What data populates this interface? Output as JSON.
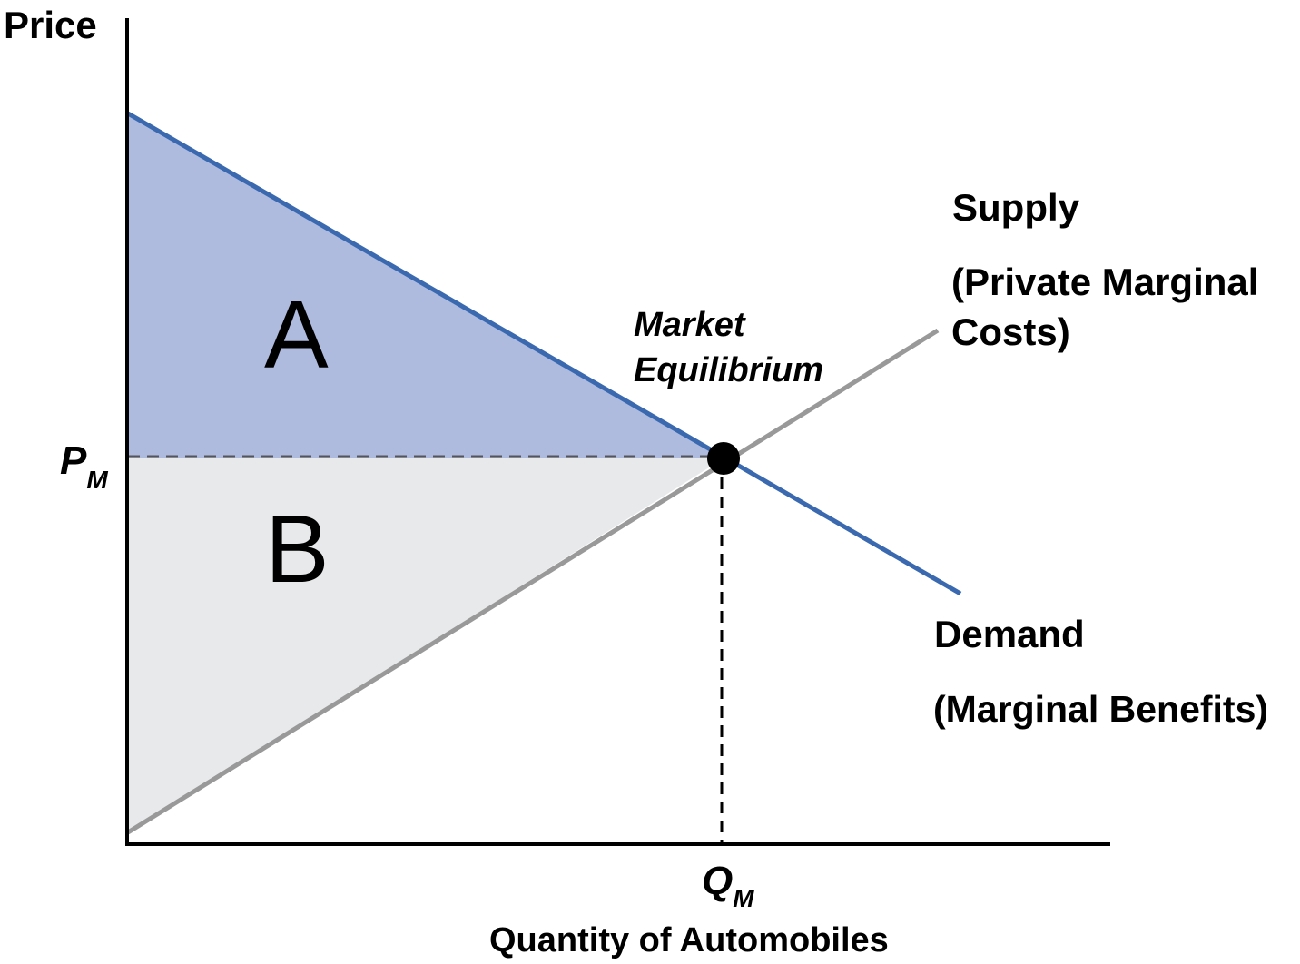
{
  "axes": {
    "y_label": "Price",
    "x_label": "Quantity of Automobiles",
    "price_tick_main": "P",
    "price_tick_sub": "M",
    "quantity_tick_main": "Q",
    "quantity_tick_sub": "M"
  },
  "curves": {
    "supply": {
      "label": "Supply",
      "sublabel_line1": "(Private Marginal",
      "sublabel_line2": "Costs)",
      "color": "#999999"
    },
    "demand": {
      "label": "Demand",
      "sublabel": "(Marginal Benefits)",
      "color": "#3a69b0"
    }
  },
  "equilibrium": {
    "label_line1": "Market",
    "label_line2": "Equilibrium"
  },
  "regions": {
    "a": {
      "label": "A",
      "color": "#aebbdf"
    },
    "b": {
      "label": "B",
      "color": "#e8e9eb"
    }
  }
}
